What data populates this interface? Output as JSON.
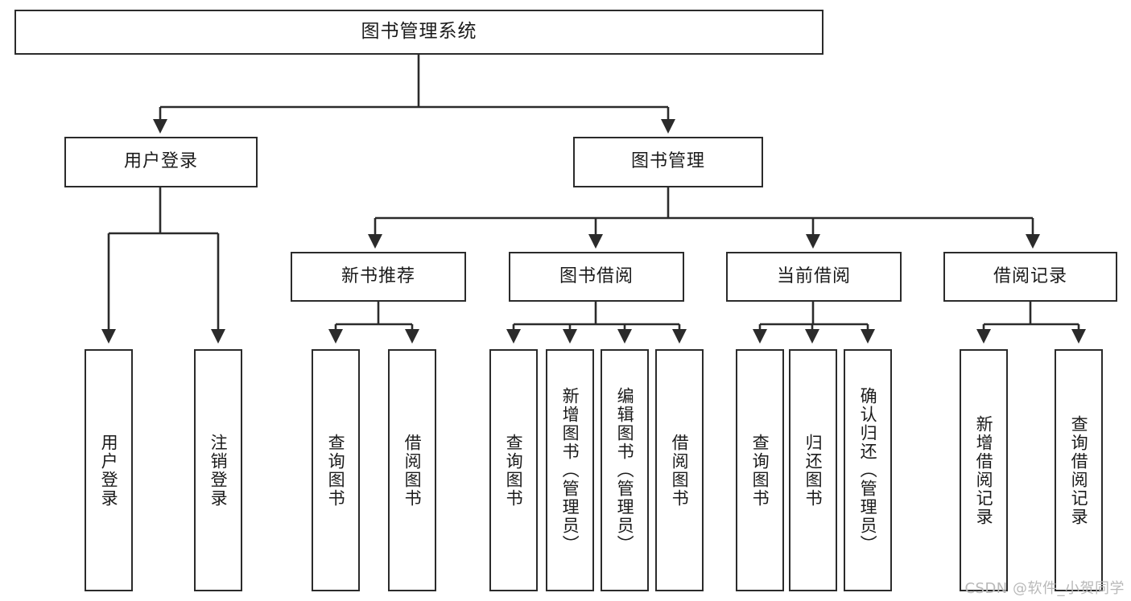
{
  "diagram": {
    "title": "图书管理系统",
    "watermark": "CSDN @软件_小贺同学",
    "root": {
      "label": "图书管理系统"
    },
    "level2": [
      {
        "label": "用户登录"
      },
      {
        "label": "图书管理"
      }
    ],
    "level3": [
      {
        "label": "新书推荐"
      },
      {
        "label": "图书借阅"
      },
      {
        "label": "当前借阅"
      },
      {
        "label": "借阅记录"
      }
    ],
    "leaves": [
      {
        "label": "用户登录"
      },
      {
        "label": "注销登录"
      },
      {
        "label": "查询图书"
      },
      {
        "label": "借阅图书"
      },
      {
        "label": "查询图书"
      },
      {
        "label": "新增图书（管理员）"
      },
      {
        "label": "编辑图书（管理员）"
      },
      {
        "label": "借阅图书"
      },
      {
        "label": "查询图书"
      },
      {
        "label": "归还图书"
      },
      {
        "label": "确认归还（管理员）"
      },
      {
        "label": "新增借阅记录"
      },
      {
        "label": "查询借阅记录"
      }
    ]
  },
  "colors": {
    "stroke": "#2b2b2b",
    "background": "#ffffff",
    "text": "#1b1b1b",
    "watermark": "#b9b9b9"
  }
}
